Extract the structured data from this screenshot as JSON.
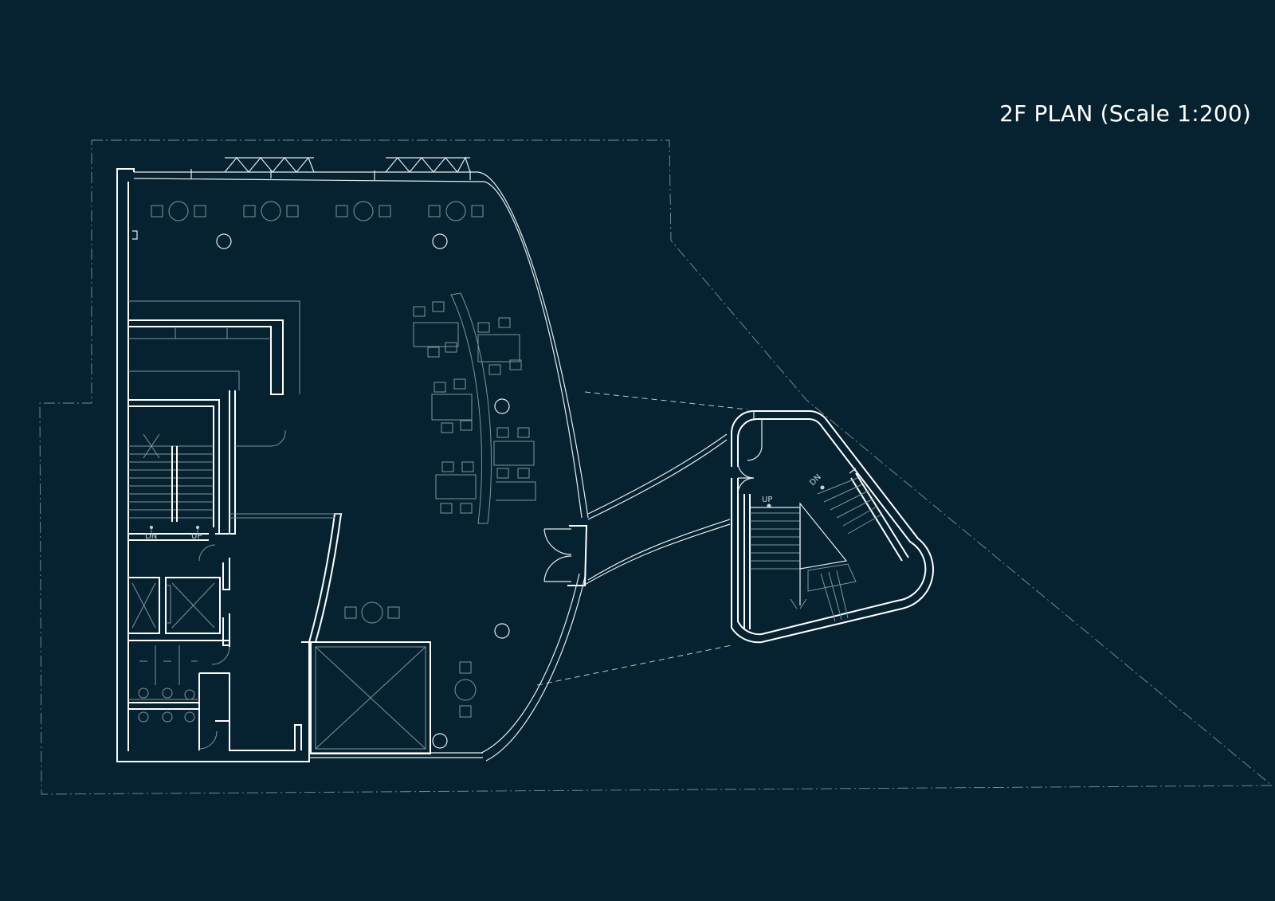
{
  "drawing": {
    "title": "2F PLAN (Scale 1:200)"
  },
  "stair_labels": {
    "main_down": "DN",
    "main_up": "UP",
    "annex_up": "UP",
    "annex_down": "DN"
  },
  "colors": {
    "background": "#062230",
    "walls": "#ffffff",
    "furniture": "#7f949e",
    "site_boundary": "#7c8f99"
  }
}
